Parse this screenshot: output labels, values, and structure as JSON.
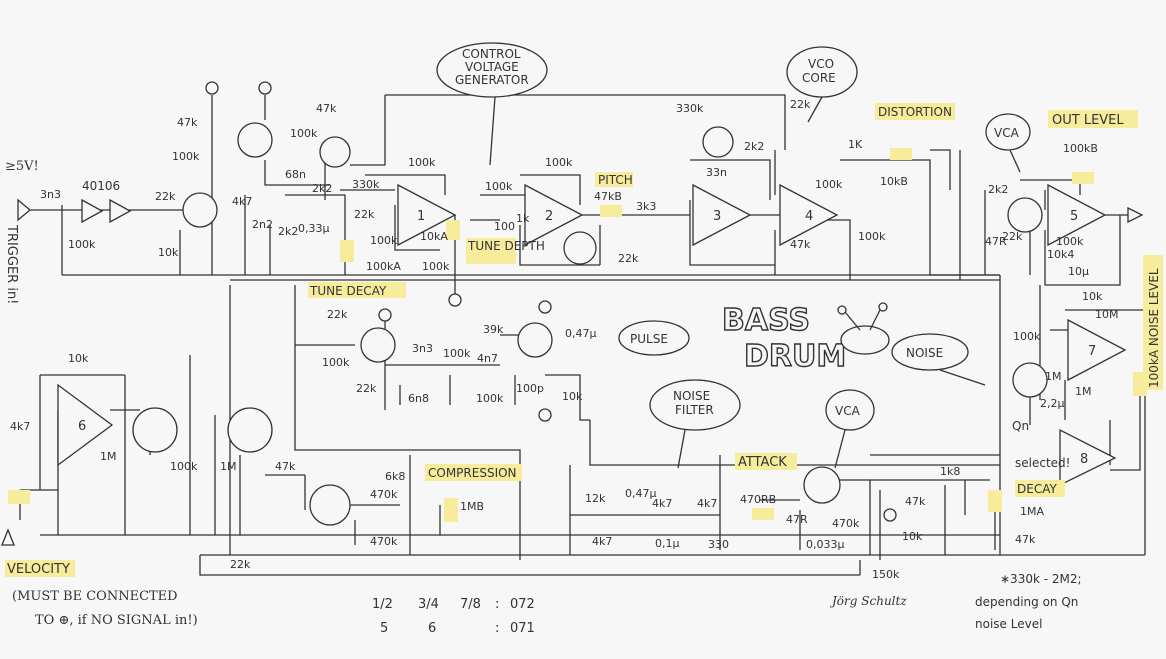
{
  "title": {
    "line1": "BASS",
    "line2": "DRUM"
  },
  "bubbles": {
    "cvg": [
      "CONTROL",
      "VOLTAGE",
      "GENERATOR"
    ],
    "vco": [
      "VCO",
      "CORE"
    ],
    "vca_top": "VCA",
    "pulse": "PULSE",
    "noise": "NOISE",
    "noise_filter": [
      "NOISE",
      "FILTER"
    ],
    "vca_bottom": "VCA"
  },
  "controls": {
    "distortion": "DISTORTION",
    "out_level": "OUT LEVEL",
    "pitch": "PITCH",
    "tune_decay": "TUNE DECAY",
    "tune_depth": "TUNE DEPTH",
    "compression": "COMPRESSION",
    "attack": "ATTACK",
    "decay": "DECAY",
    "noise_level": "100kA NOISE LEVEL",
    "velocity": "VELOCITY"
  },
  "notes": {
    "trigger_v": "≥5V!",
    "trigger_in": "TRIGGER in!",
    "chip": "40106",
    "velocity_note_1": "(MUST BE CONNECTED",
    "velocity_note_2": "TO ⊕, if NO SIGNAL in!)",
    "pin_row1": [
      "1/2",
      "3/4",
      "7/8",
      ":",
      "072"
    ],
    "pin_row2": [
      "5",
      "6",
      ":",
      "071"
    ],
    "footnote": [
      "∗330k - 2M2;",
      "depending on Qn",
      "noise Level"
    ],
    "qn": "Qn",
    "selected": "selected!",
    "signature": "Jörg Schultz"
  },
  "opamps": [
    "1",
    "2",
    "3",
    "4",
    "5",
    "6",
    "7",
    "8"
  ],
  "components": [
    {
      "id": "c_3n3a",
      "t": "3n3"
    },
    {
      "id": "r_100k_a",
      "t": "100k"
    },
    {
      "id": "r_22k_a",
      "t": "22k"
    },
    {
      "id": "r_10k_a",
      "t": "10k"
    },
    {
      "id": "r_47k_a",
      "t": "47k"
    },
    {
      "id": "r_100k_b",
      "t": "100k"
    },
    {
      "id": "r_47k_b",
      "t": "47k"
    },
    {
      "id": "r_100k_c",
      "t": "100k"
    },
    {
      "id": "c_68n",
      "t": "68n"
    },
    {
      "id": "r_4k7_a",
      "t": "4k7"
    },
    {
      "id": "c_2n2",
      "t": "2n2"
    },
    {
      "id": "r_2k2_v",
      "t": "2k2"
    },
    {
      "id": "r_2k2_a",
      "t": "2k2"
    },
    {
      "id": "r_330k_a",
      "t": "330k"
    },
    {
      "id": "r_22k_b",
      "t": "22k"
    },
    {
      "id": "c_033",
      "t": "0,33µ"
    },
    {
      "id": "r_100k_d",
      "t": "100k"
    },
    {
      "id": "r_100k_e",
      "t": "100k"
    },
    {
      "id": "p_10ka",
      "t": "10kA"
    },
    {
      "id": "p_100ka",
      "t": "100kA"
    },
    {
      "id": "r_100k_f",
      "t": "100k"
    },
    {
      "id": "r_100k_g",
      "t": "100k"
    },
    {
      "id": "r_100_a",
      "t": "100"
    },
    {
      "id": "r_1k_a",
      "t": "1k"
    },
    {
      "id": "r_100k_h",
      "t": "100k"
    },
    {
      "id": "p_47kb",
      "t": "47kB"
    },
    {
      "id": "r_3k3",
      "t": "3k3"
    },
    {
      "id": "r_22k_c",
      "t": "22k"
    },
    {
      "id": "r_330k_b",
      "t": "330k"
    },
    {
      "id": "c_33n",
      "t": "33n"
    },
    {
      "id": "r_22k_d",
      "t": "22k"
    },
    {
      "id": "r_2k2_b",
      "t": "2k2"
    },
    {
      "id": "r_100k_i",
      "t": "100k"
    },
    {
      "id": "r_47k_c",
      "t": "47k"
    },
    {
      "id": "r_100k_j",
      "t": "100k"
    },
    {
      "id": "r_1k_b",
      "t": "1K"
    },
    {
      "id": "p_10kb",
      "t": "10kB"
    },
    {
      "id": "r_2k2_c",
      "t": "2k2"
    },
    {
      "id": "r_47r",
      "t": "47R"
    },
    {
      "id": "r_10k4",
      "t": "10k4"
    },
    {
      "id": "p_100kb",
      "t": "100kB"
    },
    {
      "id": "c_10u",
      "t": "10µ"
    },
    {
      "id": "r_10k_b",
      "t": "10k"
    },
    {
      "id": "r_10m",
      "t": "10M"
    },
    {
      "id": "r_100k_k",
      "t": "100k"
    },
    {
      "id": "r_1m_a",
      "t": "1M"
    },
    {
      "id": "c_2u2",
      "t": "2,2µ"
    },
    {
      "id": "r_22k_e",
      "t": "22k"
    },
    {
      "id": "r_100k_l",
      "t": "100k"
    },
    {
      "id": "r_22k_f",
      "t": "22k"
    },
    {
      "id": "c_3n3b",
      "t": "3n3"
    },
    {
      "id": "c_6n8",
      "t": "6n8"
    },
    {
      "id": "r_100k_m",
      "t": "100k"
    },
    {
      "id": "r_4n7",
      "t": "4n7"
    },
    {
      "id": "r_39k",
      "t": "39k"
    },
    {
      "id": "r_100k_n",
      "t": "100k"
    },
    {
      "id": "c_100p",
      "t": "100p"
    },
    {
      "id": "c_047a",
      "t": "0,47µ"
    },
    {
      "id": "r_10k_c",
      "t": "10k"
    },
    {
      "id": "r_10k_d",
      "t": "10k"
    },
    {
      "id": "r_4k7_b",
      "t": "4k7"
    },
    {
      "id": "r_1m_b",
      "t": "1M"
    },
    {
      "id": "r_100k_o",
      "t": "100k"
    },
    {
      "id": "r_1m_c",
      "t": "1M"
    },
    {
      "id": "r_47k_d",
      "t": "47k"
    },
    {
      "id": "d_6k8",
      "t": "6k8"
    },
    {
      "id": "r_470k_a",
      "t": "470k"
    },
    {
      "id": "p_1mb",
      "t": "1MB"
    },
    {
      "id": "r_470k_b",
      "t": "470k"
    },
    {
      "id": "r_22k_g",
      "t": "22k"
    },
    {
      "id": "r_12k",
      "t": "12k"
    },
    {
      "id": "c_047b",
      "t": "0,47µ"
    },
    {
      "id": "r_4k7_c",
      "t": "4k7"
    },
    {
      "id": "r_4k7_d",
      "t": "4k7"
    },
    {
      "id": "p_470rb",
      "t": "470RB"
    },
    {
      "id": "r_4k7_e",
      "t": "4k7"
    },
    {
      "id": "c_01u",
      "t": "0,1µ"
    },
    {
      "id": "r_330",
      "t": "330"
    },
    {
      "id": "r_47r_b",
      "t": "47R"
    },
    {
      "id": "r_470k_c",
      "t": "470k"
    },
    {
      "id": "c_0033",
      "t": "0,033µ"
    },
    {
      "id": "r_150k",
      "t": "150k"
    },
    {
      "id": "r_47k_e",
      "t": "47k"
    },
    {
      "id": "r_10k_e",
      "t": "10k"
    },
    {
      "id": "d_1k8",
      "t": "1k8"
    },
    {
      "id": "p_1ma",
      "t": "1MA"
    },
    {
      "id": "r_47k_f",
      "t": "47k"
    },
    {
      "id": "r_22k_h",
      "t": "22k"
    },
    {
      "id": "r_1m_d",
      "t": "1M"
    },
    {
      "id": "r_100k_p",
      "t": "100k"
    }
  ]
}
